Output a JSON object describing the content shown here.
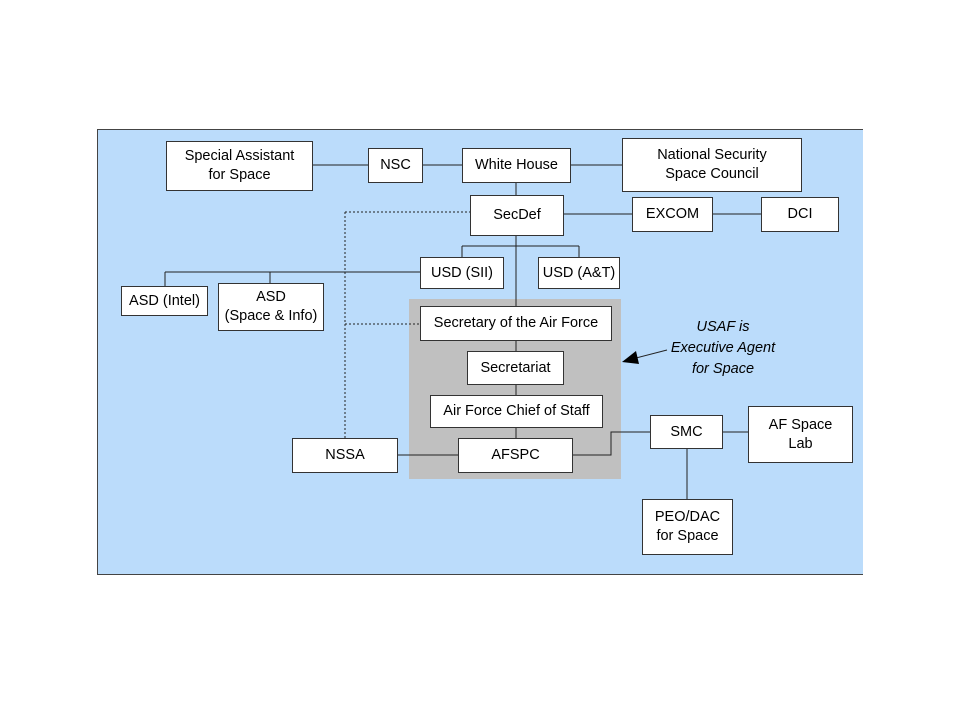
{
  "diagram": {
    "boxes": {
      "special_assistant": "Special Assistant\nfor Space",
      "nsc": "NSC",
      "white_house": "White House",
      "nss_council": "National Security\nSpace Council",
      "secdef": "SecDef",
      "excom": "EXCOM",
      "dci": "DCI",
      "usd_sii": "USD (SII)",
      "usd_at": "USD (A&T)",
      "asd_intel": "ASD (Intel)",
      "asd_space_info": "ASD\n(Space & Info)",
      "secaf": "Secretary of the Air Force",
      "secretariat": "Secretariat",
      "af_chief": "Air Force Chief of Staff",
      "afspc": "AFSPC",
      "nssa": "NSSA",
      "smc": "SMC",
      "af_space_lab": "AF Space\nLab",
      "peo_dac": "PEO/DAC\nfor Space"
    },
    "annotation": "USAF is\nExecutive Agent\nfor Space"
  }
}
